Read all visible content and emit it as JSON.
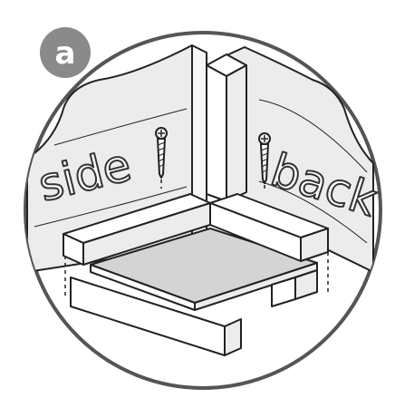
{
  "step_badge": {
    "label": "a",
    "color": "#8a8a8a"
  },
  "labels": {
    "side": "side",
    "back": "back"
  },
  "colors": {
    "stroke": "#222222",
    "panel": "#ececec",
    "panel_light": "#f6f6f6",
    "shelf": "#d4d4d4",
    "wood": "#ffffff",
    "circle": "#555555"
  },
  "icons": {
    "badge": "step-badge",
    "screw": "wood-screw-icon"
  }
}
